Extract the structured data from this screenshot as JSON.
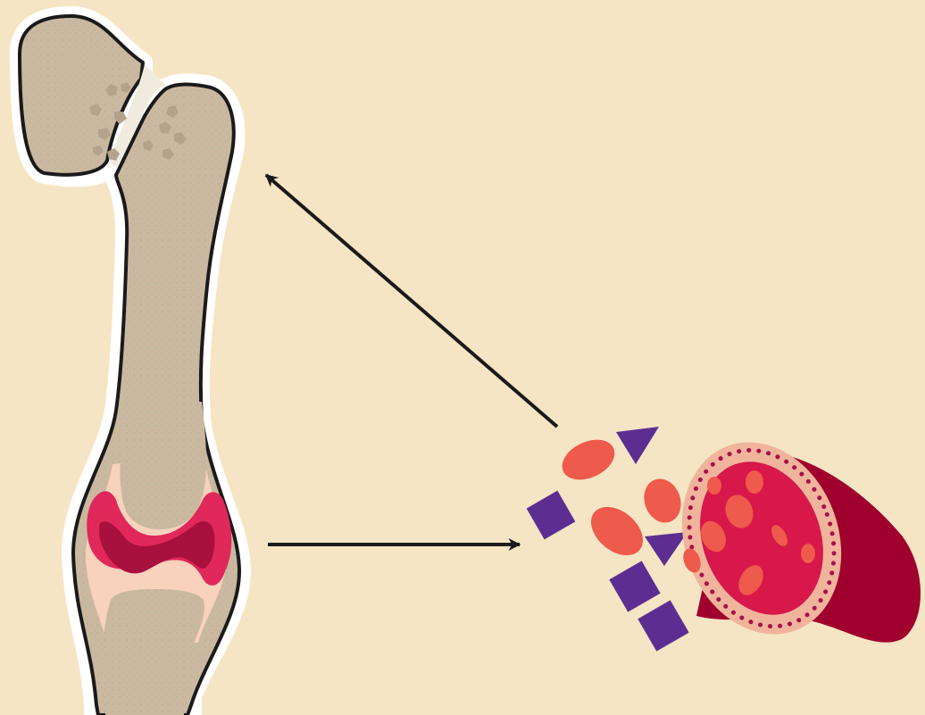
{
  "colors": {
    "background": "#f6e5c5",
    "bone": "#cbbca4",
    "bone_outline": "#1a1a1a",
    "bone_halo": "#ffffff",
    "joint_capsule": "#f8d2bc",
    "inflammation_outer": "#e0285a",
    "inflammation_inner": "#a8103e",
    "arrow": "#1a1a1a",
    "red_cell": "#ee5a4b",
    "particle": "#5c2e91",
    "vessel_wall": "#f0b49c",
    "vessel_lumen": "#d8174a",
    "vessel_outer": "#a0002e",
    "vessel_dots": "#a8104a"
  },
  "parts": {
    "bone": "femur",
    "fracture": "femoral-neck-fracture",
    "joint": "inflamed-knee-joint",
    "vessel": "blood-vessel-cross-section",
    "cells": "red-blood-cells",
    "particles": "purple-particles"
  }
}
